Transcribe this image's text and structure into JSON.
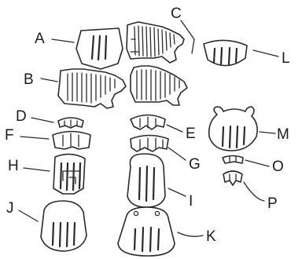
{
  "labels": {
    "a": "A",
    "b": "B",
    "c": "C",
    "d": "D",
    "e": "E",
    "f": "F",
    "g": "G",
    "h": "H",
    "i": "I",
    "j": "J",
    "k": "K",
    "l": "L",
    "m": "M",
    "o": "O",
    "p": "P"
  }
}
